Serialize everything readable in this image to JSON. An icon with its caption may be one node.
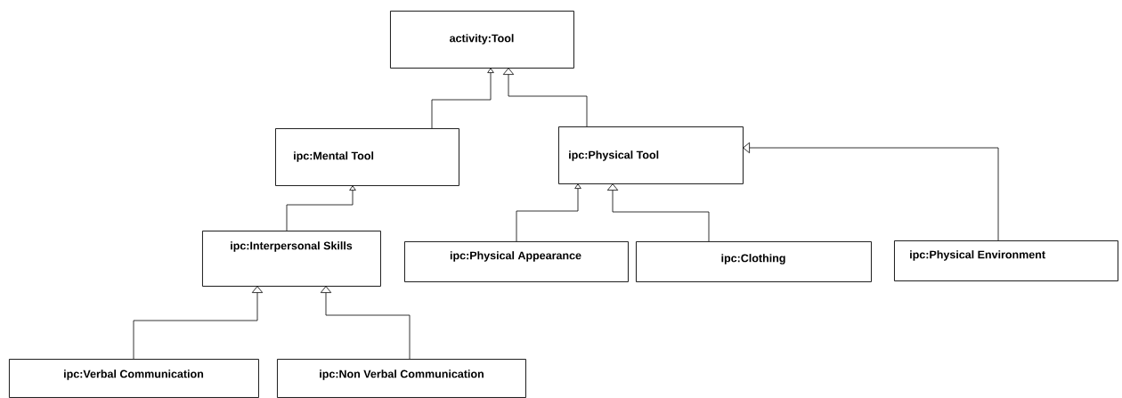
{
  "diagram": {
    "nodes": [
      {
        "text": [
          "activity:Tool"
        ]
      },
      {
        "text": [
          "ipc:Mental Tool"
        ]
      },
      {
        "text": [
          "ipc:Physical Tool"
        ]
      },
      {
        "text": [
          "ipc:Interpersonal Skills"
        ]
      },
      {
        "text": [
          "ipc:Physical Appearance"
        ]
      },
      {
        "text": [
          "ipc:Clothing"
        ]
      },
      {
        "text": [
          "ipc:Physical Environment"
        ]
      },
      {
        "text": [
          "ipc:Verbal Communication"
        ]
      },
      {
        "text": [
          "ipc:Non Verbal Communication"
        ]
      }
    ],
    "edges": [
      {
        "from": 1,
        "to": 0,
        "arrow": "to"
      },
      {
        "from": 2,
        "to": 0,
        "arrow": "to"
      },
      {
        "from": 3,
        "to": 1,
        "arrow": "to"
      },
      {
        "from": 4,
        "to": 2,
        "arrow": "to"
      },
      {
        "from": 5,
        "to": 2,
        "arrow": "to"
      },
      {
        "from": 6,
        "to": 2,
        "arrow": "to"
      },
      {
        "from": 7,
        "to": 3,
        "arrow": "to"
      },
      {
        "from": 8,
        "to": 3,
        "arrow": "to"
      }
    ]
  }
}
